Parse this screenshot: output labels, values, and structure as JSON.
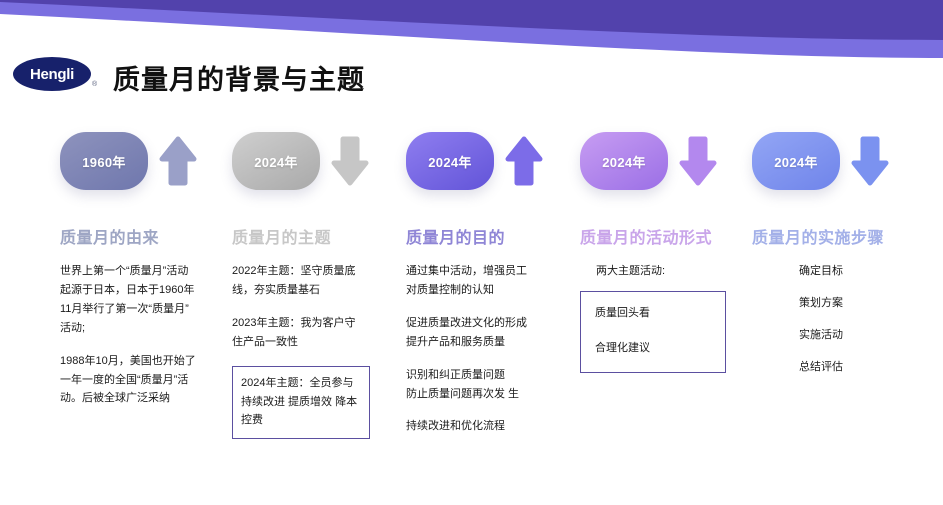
{
  "header": {
    "title": "质量月的背景与主题",
    "logo_text": "Hengli",
    "logo_reg": "®",
    "band_dark": "#5242ac",
    "band_light": "#7a6fe0"
  },
  "columns": [
    {
      "badge": {
        "label": "1960年",
        "color_from": "#8e93bd",
        "color_to": "#6f77ad"
      },
      "arrow": {
        "direction": "up",
        "color": "#9aa0c8"
      },
      "heading": {
        "text": "质量月的由来",
        "color": "#9ea6c4"
      },
      "blocks": [
        {
          "text": "世界上第一个“质量月”活动\n起源于日本，日本于1960年\n11月举行了第一次“质量月”\n活动;",
          "boxed": false
        },
        {
          "text": "1988年10月，美国也开始了\n一年一度的全国“质量月”活\n动。后被全球广泛采纳",
          "boxed": false
        }
      ]
    },
    {
      "badge": {
        "label": "2024年",
        "color_from": "#cfcfcf",
        "color_to": "#a9a9a9"
      },
      "arrow": {
        "direction": "down",
        "color": "#c6c6c6"
      },
      "heading": {
        "text": "质量月的主题",
        "color": "#c7c7c7"
      },
      "blocks": [
        {
          "text": "2022年主题：坚守质量底\n线，夯实质量基石",
          "boxed": false
        },
        {
          "text": "2023年主题：我为客户守\n住产品一致性",
          "boxed": false
        },
        {
          "text": "2024年主题：全员参与\n持续改进  提质增效  降本\n控费",
          "boxed": true
        }
      ]
    },
    {
      "badge": {
        "label": "2024年",
        "color_from": "#8f7ef0",
        "color_to": "#6254d8"
      },
      "arrow": {
        "direction": "up",
        "color": "#7c6ce8"
      },
      "heading": {
        "text": "质量月的目的",
        "color": "#8f86d6"
      },
      "blocks": [
        {
          "text": "通过集中活动，增强员工\n对质量控制的认知",
          "boxed": false
        },
        {
          "text": "促进质量改进文化的形成\n提升产品和服务质量",
          "boxed": false
        },
        {
          "text": "识别和纠正质量问题\n防止质量问题再次发 生",
          "boxed": false
        },
        {
          "text": "持续改进和优化流程",
          "boxed": false
        }
      ]
    },
    {
      "badge": {
        "label": "2024年",
        "color_from": "#c79df2",
        "color_to": "#9b6fe6"
      },
      "arrow": {
        "direction": "down",
        "color": "#b388ee"
      },
      "heading": {
        "text": "质量月的活动形式",
        "color": "#c9a5ea"
      },
      "lead": "两大主题活动:",
      "box_items": [
        "质量回头看",
        "合理化建议"
      ]
    },
    {
      "badge": {
        "label": "2024年",
        "color_from": "#93a6f5",
        "color_to": "#6f84ea"
      },
      "arrow": {
        "direction": "down",
        "color": "#7b92f0"
      },
      "heading": {
        "text": "质量月的实施步骤",
        "color": "#a3b0e8"
      },
      "blocks": [
        {
          "text": "确定目标",
          "boxed": false
        },
        {
          "text": "策划方案",
          "boxed": false
        },
        {
          "text": "实施活动",
          "boxed": false
        },
        {
          "text": "总结评估",
          "boxed": false
        }
      ]
    }
  ]
}
